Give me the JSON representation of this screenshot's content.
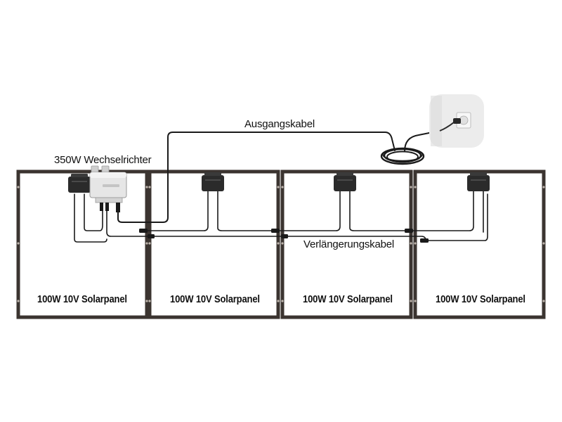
{
  "labels": {
    "inverter": "350W Wechselrichter",
    "output_cable": "Ausgangskabel",
    "extension_cable": "Verlängerungskabel"
  },
  "panels": [
    {
      "label": "100W 10V Solarpanel"
    },
    {
      "label": "100W 10V Solarpanel"
    },
    {
      "label": "100W 10V Solarpanel"
    },
    {
      "label": "100W 10V Solarpanel"
    }
  ],
  "colors": {
    "frame": "#3b3430",
    "cable": "#1a1a1a",
    "inverter_body": "#e6e6e6",
    "socket_bg": "#e9e9e9",
    "text": "#111111"
  },
  "icons": {
    "socket": "wall-socket-icon",
    "cable_coil": "cable-coil-icon",
    "inverter": "micro-inverter-icon",
    "junction_box": "junction-box-icon"
  }
}
